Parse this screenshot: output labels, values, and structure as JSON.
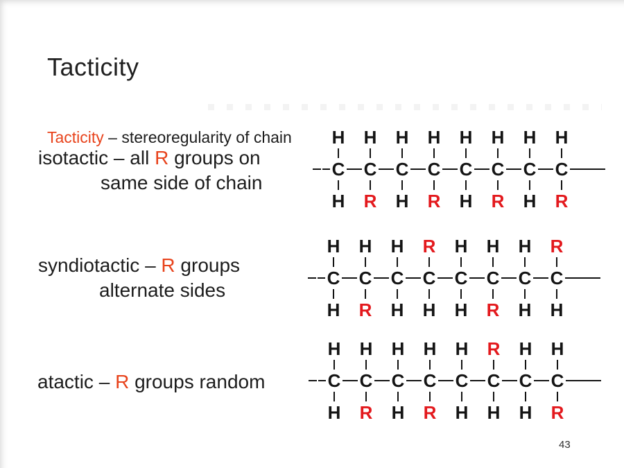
{
  "slide": {
    "title": "Tacticity",
    "page_number": "43"
  },
  "colors": {
    "text_red": "#e8431c",
    "diagram_red": "#e3191d",
    "text_black": "#1c1c1c"
  },
  "definition": {
    "term": "Tacticity",
    "rest": " – stereoregularity of chain"
  },
  "sections": [
    {
      "name": "isotactic",
      "line1_before": "isotactic – all ",
      "line1_red": "R",
      "line1_after": " groups on",
      "line2": "same side of chain",
      "diagram": {
        "backbone_atom": "C",
        "top": [
          "H",
          "H",
          "H",
          "H",
          "H",
          "H",
          "H",
          "H"
        ],
        "bottom": [
          "H",
          "R",
          "H",
          "R",
          "H",
          "R",
          "H",
          "R"
        ]
      }
    },
    {
      "name": "syndiotactic",
      "line1_before": "syndiotactic – ",
      "line1_red": "R",
      "line1_after": " groups",
      "line2": "alternate sides",
      "diagram": {
        "backbone_atom": "C",
        "top": [
          "H",
          "H",
          "H",
          "R",
          "H",
          "H",
          "H",
          "R"
        ],
        "bottom": [
          "H",
          "R",
          "H",
          "H",
          "H",
          "R",
          "H",
          "H"
        ]
      }
    },
    {
      "name": "atactic",
      "line1_before": "atactic – ",
      "line1_red": "R",
      "line1_after": " groups random",
      "line2": "",
      "diagram": {
        "backbone_atom": "C",
        "top": [
          "H",
          "H",
          "H",
          "H",
          "H",
          "R",
          "H",
          "H"
        ],
        "bottom": [
          "H",
          "R",
          "H",
          "R",
          "H",
          "H",
          "H",
          "R"
        ]
      }
    }
  ]
}
